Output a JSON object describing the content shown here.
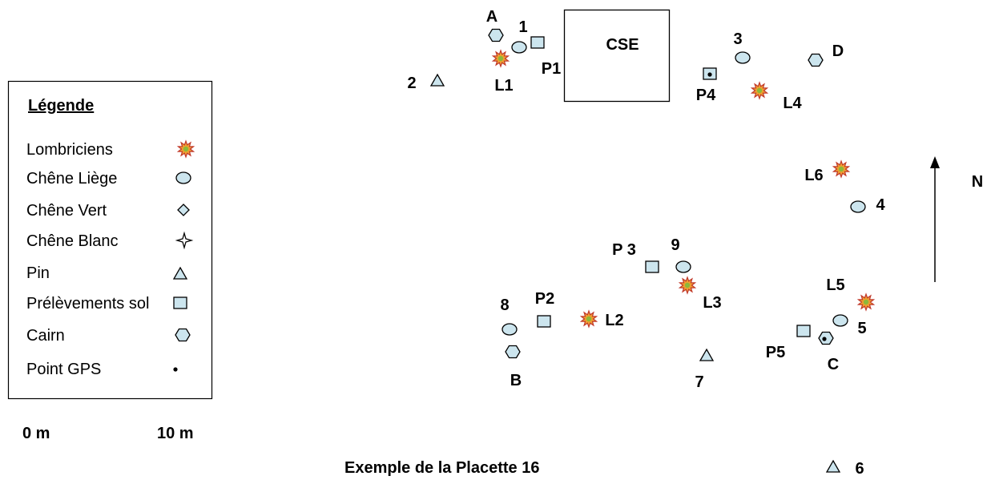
{
  "caption": "Exemple de la Placette 16",
  "legend": {
    "title": "Légende",
    "items": [
      {
        "label": "Lombriciens",
        "icon": "earthworm-icon"
      },
      {
        "label": "Chêne Liège",
        "icon": "cork-oak-icon"
      },
      {
        "label": "Chêne Vert",
        "icon": "holm-oak-icon"
      },
      {
        "label": "Chêne Blanc",
        "icon": "white-oak-icon"
      },
      {
        "label": "Pin",
        "icon": "pine-icon"
      },
      {
        "label": "Prélèvements sol",
        "icon": "soil-sample-icon"
      },
      {
        "label": "Cairn",
        "icon": "cairn-icon"
      },
      {
        "label": "Point GPS",
        "icon": "gps-point-icon"
      }
    ]
  },
  "scale": {
    "start": "0 m",
    "end": "10 m"
  },
  "north_label": "N",
  "map": {
    "building_label": "CSE",
    "features": [
      {
        "label": "A",
        "icon": "cairn-icon"
      },
      {
        "label": "1",
        "icon": "cork-oak-icon"
      },
      {
        "label": "P1",
        "icon": "soil-sample-icon"
      },
      {
        "label": "L1",
        "icon": "earthworm-icon"
      },
      {
        "label": "2",
        "icon": "pine-icon"
      },
      {
        "label": "3",
        "icon": "cork-oak-icon"
      },
      {
        "label": "D",
        "icon": "cairn-icon"
      },
      {
        "label": "P4",
        "icon": "soil-sample-icon",
        "gps_point": true
      },
      {
        "label": "L4",
        "icon": "earthworm-icon"
      },
      {
        "label": "L6",
        "icon": "earthworm-icon"
      },
      {
        "label": "4",
        "icon": "cork-oak-icon"
      },
      {
        "label": "P 3",
        "icon": "soil-sample-icon"
      },
      {
        "label": "9",
        "icon": "cork-oak-icon"
      },
      {
        "label": "L3",
        "icon": "earthworm-icon"
      },
      {
        "label": "L5",
        "icon": "earthworm-icon"
      },
      {
        "label": "5",
        "icon": "cork-oak-icon"
      },
      {
        "label": "P5",
        "icon": "soil-sample-icon"
      },
      {
        "label": "C",
        "icon": "cairn-icon",
        "gps_point": true
      },
      {
        "label": "7",
        "icon": "pine-icon"
      },
      {
        "label": "8",
        "icon": "cork-oak-icon"
      },
      {
        "label": "B",
        "icon": "cairn-icon"
      },
      {
        "label": "P2",
        "icon": "soil-sample-icon"
      },
      {
        "label": "L2",
        "icon": "earthworm-icon"
      },
      {
        "label": "6",
        "icon": "pine-icon"
      }
    ]
  },
  "colors": {
    "symbol_fill": "#cce5ee",
    "earthworm_fill": "#f0a030",
    "earthworm_stroke": "#c0392b",
    "earthworm_center": "#8db83a"
  }
}
